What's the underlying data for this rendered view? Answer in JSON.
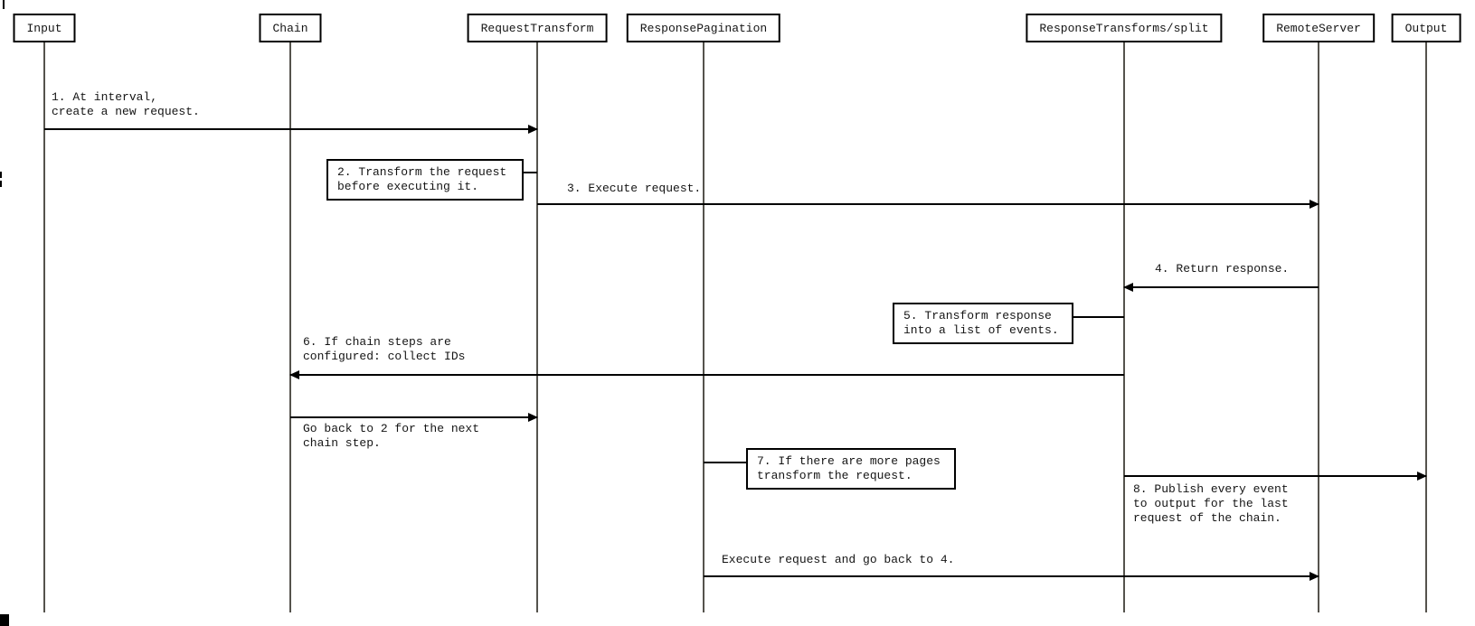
{
  "diagram": {
    "type": "sequence-diagram",
    "participants": [
      {
        "label": "Input"
      },
      {
        "label": "Chain"
      },
      {
        "label": "RequestTransform"
      },
      {
        "label": "ResponsePagination"
      },
      {
        "label": "ResponseTransforms/split"
      },
      {
        "label": "RemoteServer"
      },
      {
        "label": "Output"
      }
    ],
    "messages": {
      "m1": "1. At interval,\ncreate a new request.",
      "m3": "3. Execute request.",
      "m4": "4. Return response.",
      "m6": "6. If chain steps are\nconfigured: collect IDs",
      "m7": "Go back to 2 for the next\nchain step.",
      "m8": "8. Publish every event\nto output for the last\nrequest of the chain.",
      "m10": "Execute request and go back to 4."
    },
    "notes": {
      "n2": "2. Transform the request\nbefore executing it.",
      "n5": "5. Transform response\ninto a list of events.",
      "n7": "7. If there are more pages\ntransform the request."
    },
    "colors": {
      "background": "#ffffff",
      "line": "#000000",
      "lifeline": "#55534d",
      "text": "#151515"
    }
  }
}
